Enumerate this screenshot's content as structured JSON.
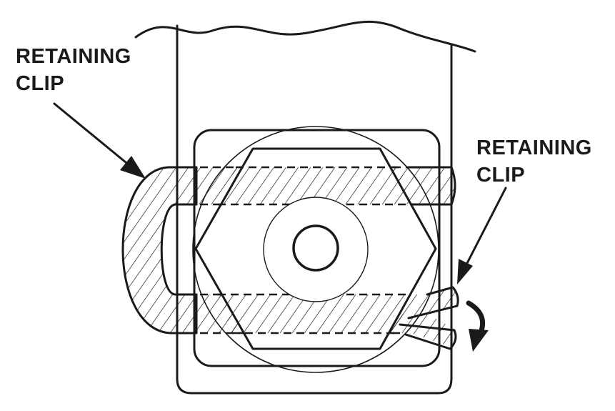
{
  "labels": {
    "left_line1": "RETAINING",
    "left_line2": "CLIP",
    "right_line1": "RETAINING",
    "right_line2": "CLIP"
  },
  "colors": {
    "ink": "#1a1a1a",
    "background": "#ffffff"
  }
}
